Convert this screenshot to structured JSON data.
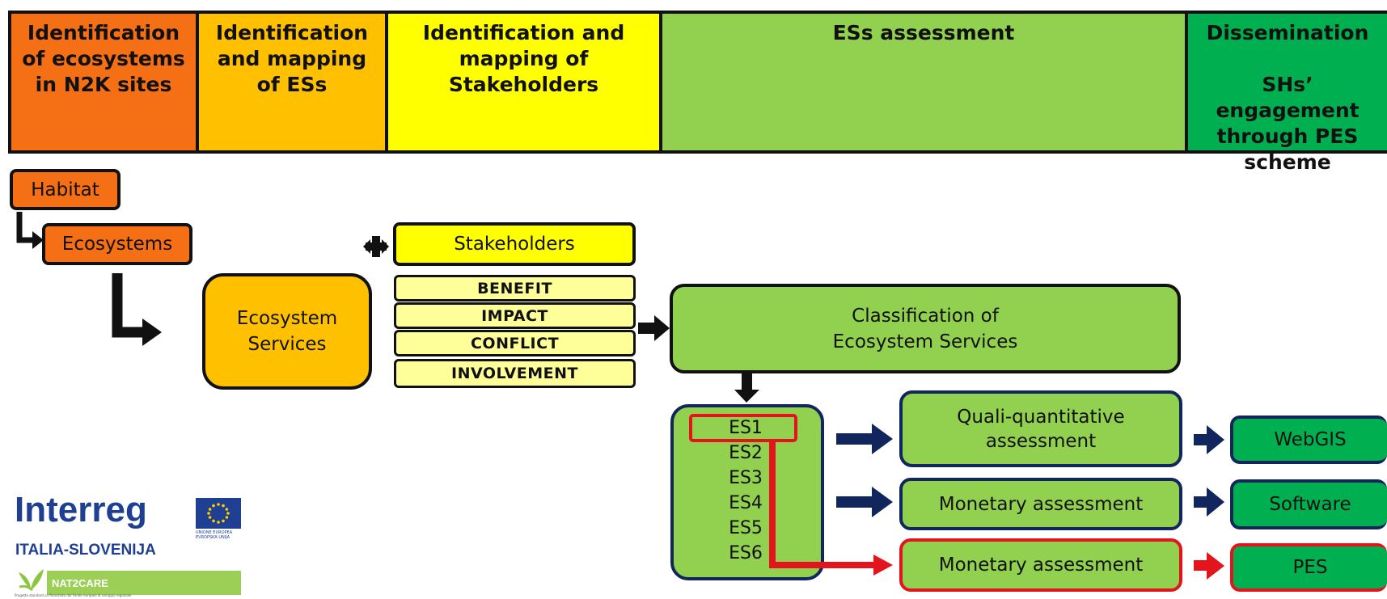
{
  "header": {
    "col1": "Identification\nof ecosystems\nin N2K sites",
    "col2": "Identification\nand mapping\nof ESs",
    "col3": "Identification and\nmapping of\nStakeholders",
    "col4": "ESs assessment",
    "col5": "Dissemination\n\nSHs’ engagement\nthrough PES\nscheme"
  },
  "flow": {
    "habitat": "Habitat",
    "ecosystems": "Ecosystems",
    "ecosystem_services": "Ecosystem\nServices",
    "plus_symbol": "+",
    "stakeholders": "Stakeholders",
    "stakeholder_tags": [
      "BENEFIT",
      "IMPACT",
      "CONFLICT",
      "INVOLVEMENT"
    ],
    "classification": "Classification of\nEcosystem Services",
    "es_items": [
      "ES1",
      "ES2",
      "ES3",
      "ES4",
      "ES5",
      "ES6"
    ],
    "assessments": [
      "Quali-quantitative\nassessment",
      "Monetary assessment",
      "Monetary assessment"
    ],
    "outputs": [
      "WebGIS",
      "Software",
      "PES"
    ]
  },
  "logo": {
    "brand": "Interreg",
    "region": "ITALIA-SLOVENIJA",
    "project": "NAT2CARE",
    "eu_text": "UNIONE EUROPEA\nEVROPSKA UNIJA",
    "footer": "Progetto standard co-finanziato dal Fondo europeo di sviluppo regionale"
  },
  "colors": {
    "orange_dark": "#f57014",
    "orange": "#ffc000",
    "yellow": "#ffff00",
    "light_yellow": "#ffff99",
    "green": "#92d050",
    "dark_green": "#00b050",
    "navy": "#10265c",
    "red": "#e3141b"
  }
}
